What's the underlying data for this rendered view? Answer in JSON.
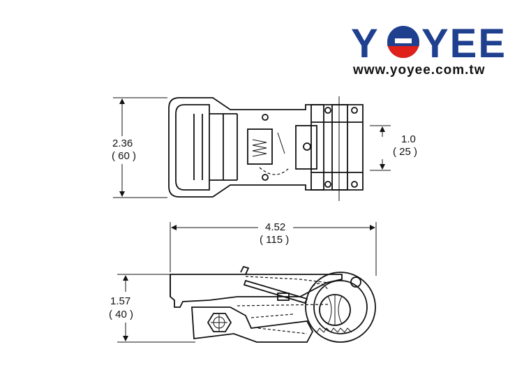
{
  "brand": {
    "name_part1": "Y",
    "name_part2": "YEE",
    "url": "www.yoyee.com.tw",
    "colors": {
      "brand_blue": "#1f3f8f",
      "brand_red": "#e0201b"
    }
  },
  "dimensions": {
    "top_height_in": "2.36",
    "top_height_mm": "( 60 )",
    "slot_width_in": "1.0",
    "slot_width_mm": "( 25 )",
    "length_in": "4.52",
    "length_mm": "( 115 )",
    "side_height_in": "1.57",
    "side_height_mm": "( 40 )"
  }
}
